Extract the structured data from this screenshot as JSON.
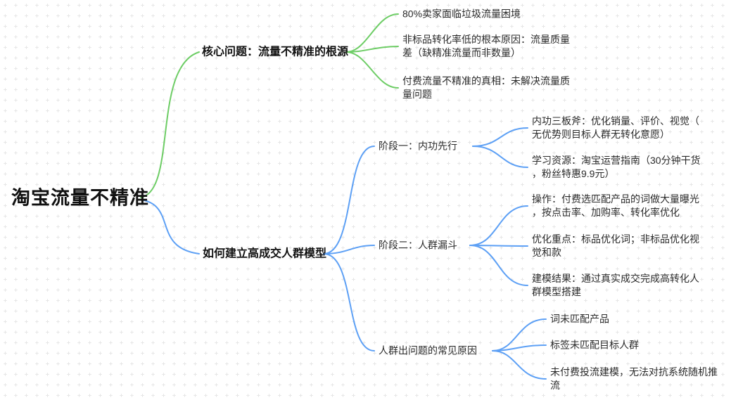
{
  "colors": {
    "branch_green": "#6ecd66",
    "branch_blue": "#5da0f5",
    "background_cross": "#e6e6e6",
    "text_dark": "#1f1f1f"
  },
  "mindmap": {
    "root": {
      "label": "淘宝流量不精准"
    },
    "branches": [
      {
        "label": "核心问题：流量不精准的根源",
        "color": "#6ecd66",
        "children": [
          {
            "label": "80%卖家面临垃圾流量困境"
          },
          {
            "label": "非标品转化率低的根本原因：流量质量\n差（缺精准流量而非数量）"
          },
          {
            "label": "付费流量不精准的真相：未解决流量质\n量问题"
          }
        ]
      },
      {
        "label": "如何建立高成交人群模型",
        "color": "#5da0f5",
        "children": [
          {
            "label": "阶段一：内功先行",
            "children": [
              {
                "label": "内功三板斧：优化销量、评价、视觉（\n无优势则目标人群无转化意愿）"
              },
              {
                "label": "学习资源：淘宝运营指南（30分钟干货\n，粉丝特惠9.9元）"
              }
            ]
          },
          {
            "label": "阶段二：人群漏斗",
            "children": [
              {
                "label": "操作：付费选匹配产品的词做大量曝光\n，按点击率、加购率、转化率优化"
              },
              {
                "label": "优化重点：标品优化词；非标品优化视\n觉和款"
              },
              {
                "label": "建模结果：通过真实成交完成高转化人\n群模型搭建"
              }
            ]
          },
          {
            "label": "人群出问题的常见原因",
            "children": [
              {
                "label": "词未匹配产品"
              },
              {
                "label": "标签未匹配目标人群"
              },
              {
                "label": "未付费投流建模，无法对抗系统随机推\n流"
              }
            ]
          }
        ]
      }
    ]
  }
}
